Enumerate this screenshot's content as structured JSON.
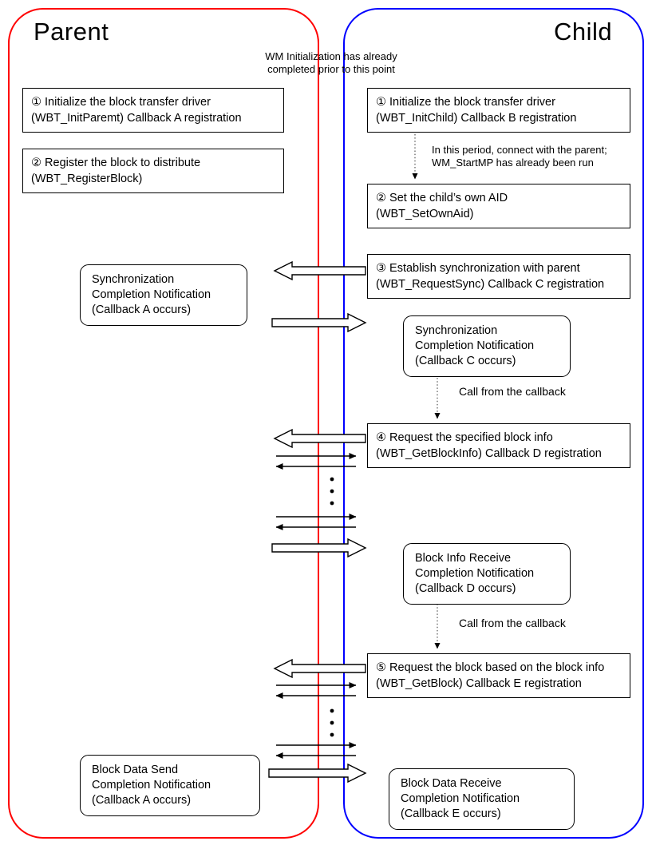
{
  "colors": {
    "parent_border": "#ff0000",
    "child_border": "#0000ff"
  },
  "top_note": [
    "WM Initialization has already",
    "completed prior to this point"
  ],
  "parent": {
    "title": "Parent",
    "box_init": [
      "① Initialize the block transfer driver",
      "(WBT_InitParemt) Callback A registration"
    ],
    "box_register": [
      "② Register the block to distribute",
      "(WBT_RegisterBlock)"
    ],
    "note_sync": [
      "Synchronization",
      "Completion Notification",
      "(Callback A occurs)"
    ],
    "note_send": [
      "Block Data Send",
      "Completion Notification",
      "(Callback A occurs)"
    ]
  },
  "child": {
    "title": "Child",
    "box_init": [
      "① Initialize the block transfer driver",
      "(WBT_InitChild) Callback B registration"
    ],
    "note_period": [
      "In this period, connect with the parent;",
      "WM_StartMP has already been run"
    ],
    "box_aid": [
      "② Set the child’s own AID",
      "(WBT_SetOwnAid)"
    ],
    "box_sync": [
      "③ Establish synchronization with parent",
      "(WBT_RequestSync) Callback C registration"
    ],
    "note_sync": [
      "Synchronization",
      "Completion Notification",
      "(Callback C occurs)"
    ],
    "label_callback1": "Call from the callback",
    "box_blockinfo": [
      "④ Request the specified block info",
      "(WBT_GetBlockInfo) Callback D registration"
    ],
    "note_info": [
      "Block Info Receive",
      "Completion Notification",
      "(Callback D occurs)"
    ],
    "label_callback2": "Call from the callback",
    "box_getblock": [
      "⑤ Request the block based on the block info",
      "(WBT_GetBlock) Callback E registration"
    ],
    "note_recv": [
      "Block Data Receive",
      "Completion Notification",
      "(Callback E occurs)"
    ]
  }
}
